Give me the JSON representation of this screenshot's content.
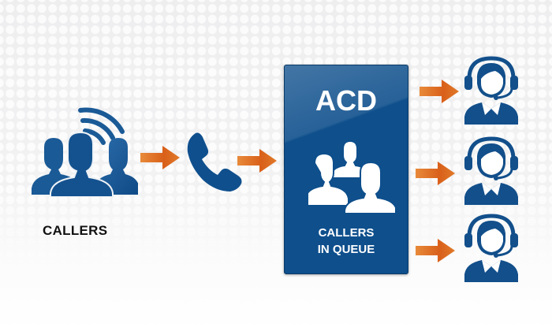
{
  "diagram": {
    "title": "ACD call routing",
    "callers_label": "CALLERS",
    "acd_card": {
      "title": "ACD",
      "subtitle_line1": "CALLERS",
      "subtitle_line2": "IN QUEUE"
    },
    "icons": {
      "callers": "callers-group-icon",
      "phone": "phone-handset-icon",
      "queue": "queue-people-icon",
      "agent": "headset-agent-icon",
      "arrow": "arrow-right-icon"
    },
    "agents_count": 3,
    "colors": {
      "primary_blue": "#0e4f8c",
      "icon_blue": "#1a5a96",
      "arrow_orange": "#e0701e",
      "text": "#111111",
      "card_text": "#ffffff"
    }
  }
}
